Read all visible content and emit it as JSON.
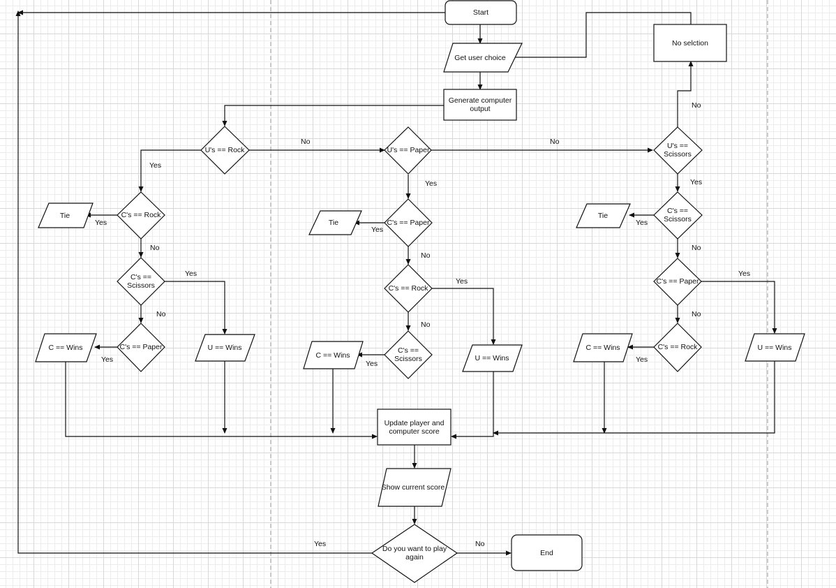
{
  "nodes": {
    "start": "Start",
    "get_user_choice": "Get user choice",
    "generate_computer_output": "Generate computer output",
    "no_selection": "No selction",
    "u_rock": "U's == Rock",
    "u_paper": "U's == Paper",
    "u_scissors": "U's == Scissors",
    "rock_c_rock": "C's == Rock",
    "rock_tie": "Tie",
    "rock_c_scissors": "C's == Scissors",
    "rock_c_paper": "C's == Paper",
    "rock_c_wins": "C == Wins",
    "rock_u_wins": "U == Wins",
    "paper_c_paper": "C's == Paper",
    "paper_tie": "Tie",
    "paper_c_rock": "C's == Rock",
    "paper_c_scissors": "C's == Scissors",
    "paper_c_wins": "C == Wins",
    "paper_u_wins": "U == Wins",
    "sc_c_scissors": "C's == Scissors",
    "sc_tie": "Tie",
    "sc_c_paper": "C's == Paper",
    "sc_c_rock": "C's == Rock",
    "sc_c_wins": "C == Wins",
    "sc_u_wins": "U == Wins",
    "update_score": "Update player and computer score",
    "show_score": "Show current score",
    "play_again": "Do you want to play again",
    "end": "End"
  },
  "edge_labels": {
    "rock_no": "No",
    "paper_no": "No",
    "scissors_no": "No",
    "rock_yes": "Yes",
    "rock_tie_yes": "Yes",
    "rock_crock_no": "No",
    "rock_cscissors_yes": "Yes",
    "rock_cscissors_no": "No",
    "rock_cpaper_yes": "Yes",
    "paper_yes": "Yes",
    "paper_tie_yes": "Yes",
    "paper_cpaper_no": "No",
    "paper_crock_yes": "Yes",
    "paper_crock_no": "No",
    "paper_cscissors_yes": "Yes",
    "scissors_yes": "Yes",
    "sc_tie_yes": "Yes",
    "sc_cscissors_no": "No",
    "sc_cpaper_yes": "Yes",
    "sc_cpaper_no": "No",
    "sc_crock_yes": "Yes",
    "again_yes": "Yes",
    "again_no": "No"
  }
}
